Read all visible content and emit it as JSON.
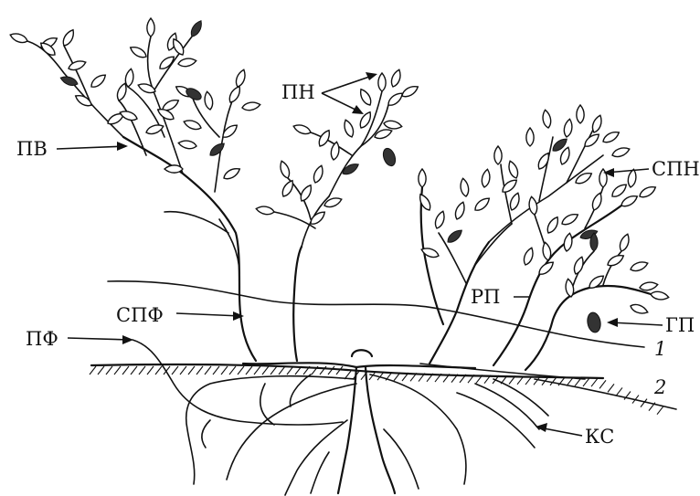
{
  "labels": {
    "pv": "ПВ",
    "pn": "ПН",
    "spn": "СПН",
    "rp": "РП",
    "gp": "ГП",
    "spf": "СПФ",
    "pf": "ПФ",
    "ks": "КС",
    "level_1": "1",
    "level_2": "2"
  }
}
